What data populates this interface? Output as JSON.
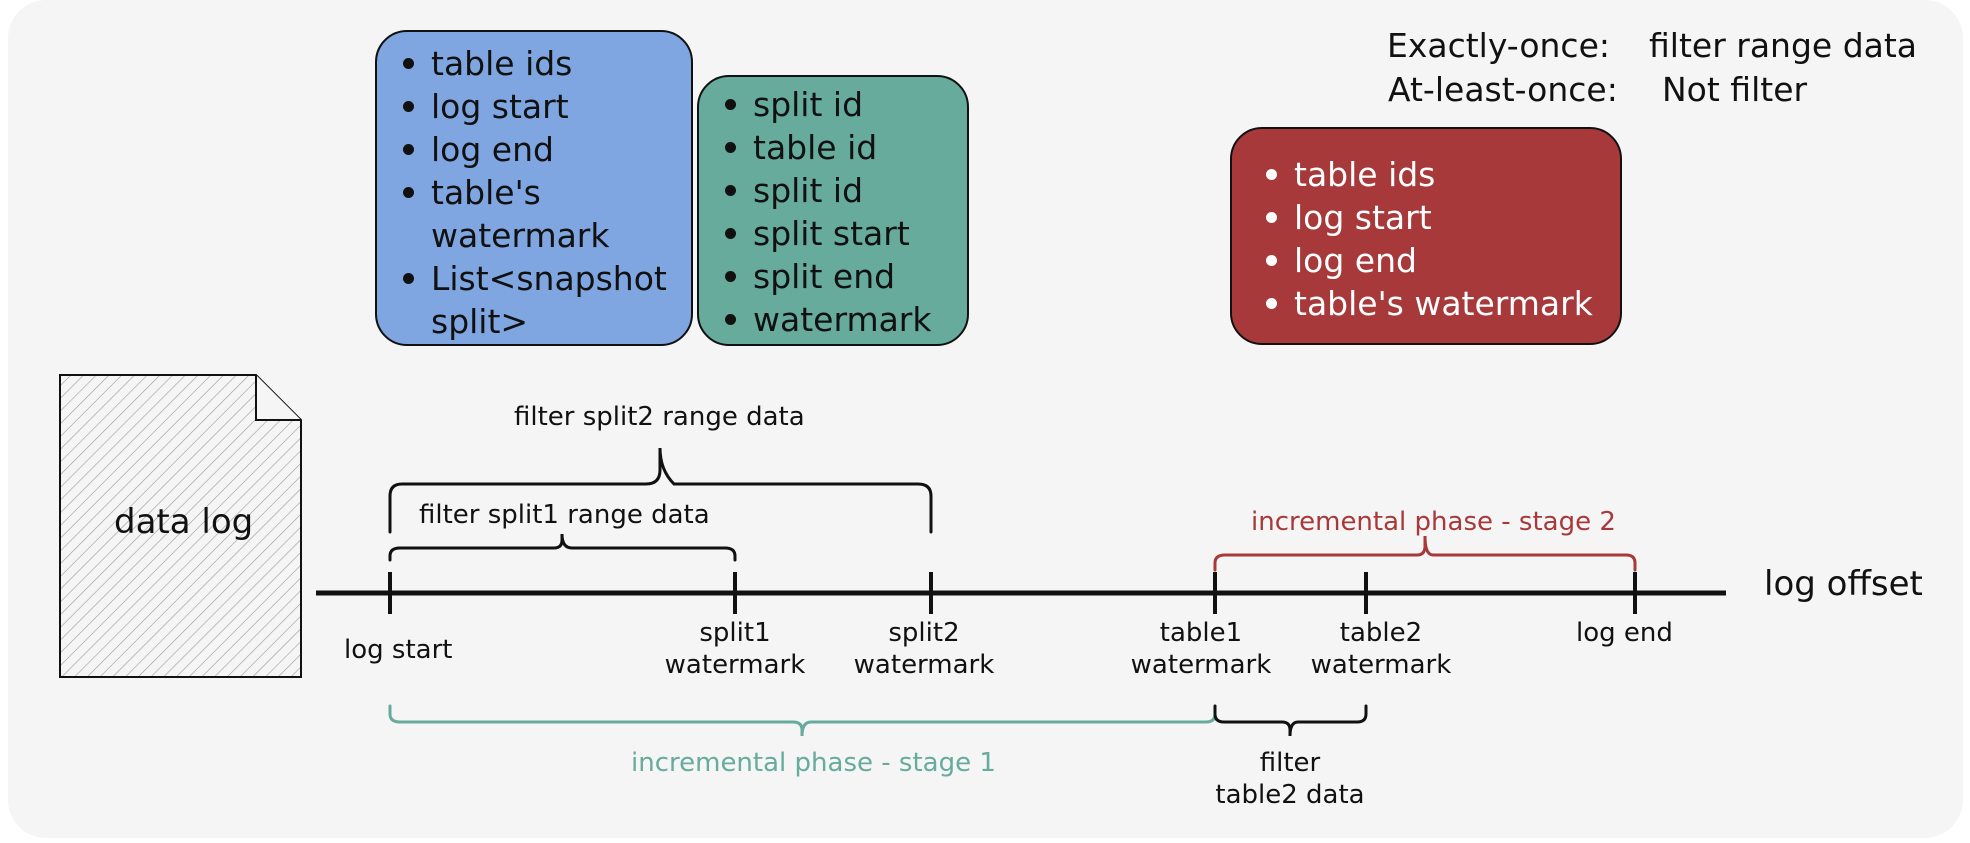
{
  "blue_box": {
    "items": [
      "table ids",
      "log start",
      "log end",
      "table's watermark",
      "List<snapshot split>"
    ]
  },
  "teal_box": {
    "items": [
      "split id",
      "table id",
      "split id",
      "split start",
      "split end",
      "watermark"
    ]
  },
  "red_box": {
    "items": [
      "table ids",
      "log start",
      "log end",
      "table's watermark"
    ]
  },
  "modes": {
    "exactly_once_label": "Exactly-once:",
    "exactly_once_value": "filter range data",
    "at_least_once_label": "At-least-once:",
    "at_least_once_value": "Not filter"
  },
  "data_log_label": "data log",
  "axis_label": "log offset",
  "ticks": {
    "log_start": "log start",
    "split1_line1": "split1",
    "split1_line2": "watermark",
    "split2_line1": "split2",
    "split2_line2": "watermark",
    "table1_line1": "table1",
    "table1_line2": "watermark",
    "table2_line1": "table2",
    "table2_line2": "watermark",
    "log_end": "log end"
  },
  "braces": {
    "split2": "filter split2 range data",
    "split1": "filter split1 range data",
    "stage2": "incremental phase - stage 2",
    "stage1": "incremental phase - stage 1",
    "table2_line1": "filter",
    "table2_line2": "table2 data"
  },
  "colors": {
    "blue": "#7fa6e1",
    "teal": "#66ab9c",
    "red": "#a8393b",
    "background": "#f5f5f5"
  }
}
